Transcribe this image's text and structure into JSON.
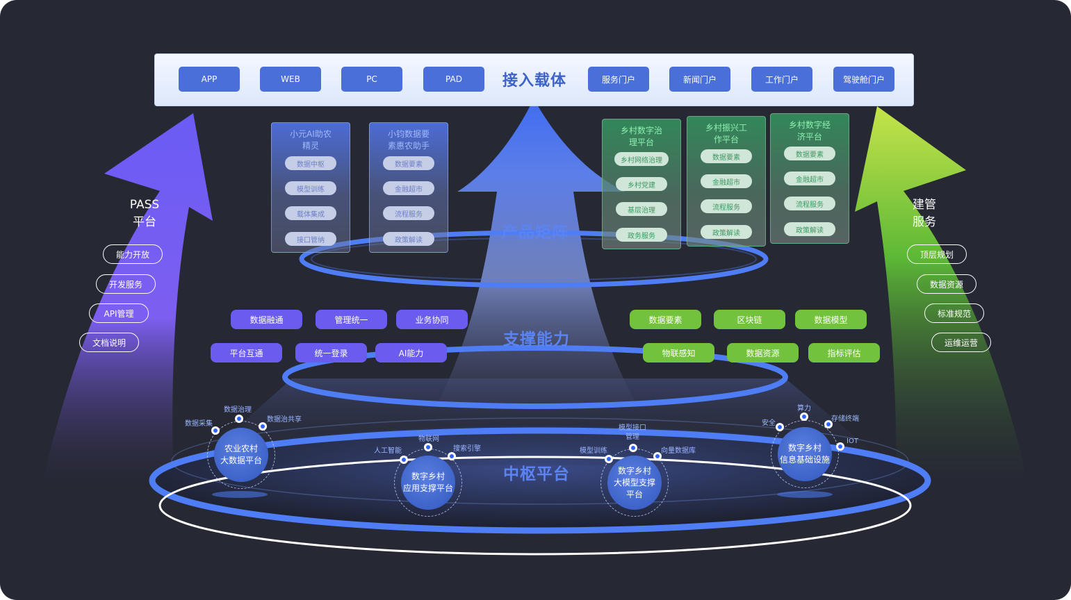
{
  "access": {
    "title": "接入载体",
    "left_buttons": [
      "APP",
      "WEB",
      "PC",
      "PAD"
    ],
    "right_buttons": [
      "服务门户",
      "新闻门户",
      "工作门户",
      "驾驶舱门户"
    ]
  },
  "layers": {
    "product": "产品矩阵",
    "support": "支撑能力",
    "hub": "中枢平台"
  },
  "product_cards": {
    "left": [
      {
        "title_lines": [
          "小元AI助农",
          "精灵"
        ],
        "items": [
          "数据中枢",
          "模型训练",
          "载体集成",
          "接口管纳"
        ]
      },
      {
        "title_lines": [
          "小钧数据要",
          "素惠农助手"
        ],
        "items": [
          "数据要素",
          "金融超市",
          "流程服务",
          "政策解读"
        ]
      }
    ],
    "right": [
      {
        "title_lines": [
          "乡村数字治",
          "理平台"
        ],
        "items": [
          "乡村网络治理",
          "乡村党建",
          "基层治理",
          "政务服务"
        ]
      },
      {
        "title_lines": [
          "乡村振兴工",
          "作平台"
        ],
        "items": [
          "数据要素",
          "金融超市",
          "流程服务",
          "政策解读"
        ]
      },
      {
        "title_lines": [
          "乡村数字经",
          "济平台"
        ],
        "items": [
          "数据要素",
          "金融超市",
          "流程服务",
          "政策解读"
        ]
      }
    ]
  },
  "support": {
    "left_row1": [
      "数据融通",
      "管理统一",
      "业务协同"
    ],
    "left_row2": [
      "平台互通",
      "统一登录",
      "AI能力"
    ],
    "right_row1": [
      "数据要素",
      "区块链",
      "数据模型"
    ],
    "right_row2": [
      "物联感知",
      "数据资源",
      "指标评估"
    ]
  },
  "pass": {
    "title_lines": [
      "PASS",
      "平台"
    ],
    "items": [
      "能力开放",
      "开发服务",
      "API管理",
      "文档说明"
    ]
  },
  "build": {
    "title_lines": [
      "建管",
      "服务"
    ],
    "items": [
      "顶层规划",
      "数据资源",
      "标准规范",
      "运维运营"
    ]
  },
  "hubs": [
    {
      "lines": [
        "农业农村",
        "大数据平台"
      ],
      "labels": [
        "数据采集",
        "数据治理",
        "数据治共享"
      ]
    },
    {
      "lines": [
        "数字乡村",
        "应用支撑平台"
      ],
      "labels": [
        "人工智能",
        "物联网",
        "搜索引擎"
      ]
    },
    {
      "lines": [
        "数字乡村",
        "大模型支撑",
        "平台"
      ],
      "labels": [
        "模型训练",
        "模型接口管理",
        "向量数据库"
      ]
    },
    {
      "lines": [
        "数字乡村",
        "信息基础设施"
      ],
      "labels": [
        "安全",
        "算力",
        "存储终端",
        "IOT"
      ]
    }
  ],
  "colors": {
    "background": "#262833",
    "primary_blue": "#4a6fd8",
    "accent_purple": "#6b5cf0",
    "accent_green": "#72c23e",
    "ring_blue": "#4f7df5"
  }
}
